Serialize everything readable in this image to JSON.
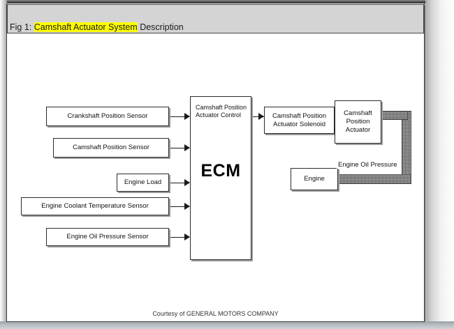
{
  "figure": {
    "prefix": "Fig 1: ",
    "highlighted": "Camshaft Actuator System",
    "suffix": " Description"
  },
  "credit": "Courtesy of GENERAL MOTORS COMPANY",
  "colors": {
    "highlight": "#ffff00",
    "header_bar": "#d4d4d4",
    "page": "#ffffff",
    "stroke": "#2b2b2b",
    "pipe_fill": "#c2c2c2"
  },
  "diagram": {
    "inputs": [
      {
        "label": "Crankshaft Position Sensor"
      },
      {
        "label": "Camshaft Position Sensor"
      },
      {
        "label": "Engine Load"
      },
      {
        "label": "Engine Coolant Temperature Sensor"
      },
      {
        "label": "Engine Oil Pressure Sensor"
      }
    ],
    "controller": {
      "name": "ECM",
      "output_signal": "Camshaft Position Actuator Control"
    },
    "outputs": [
      {
        "label": "Camshaft Position Actuator Solenoid"
      },
      {
        "label": "Camshaft Position Actuator"
      }
    ],
    "source": {
      "label": "Engine"
    },
    "pipe": {
      "label": "Engine Oil Pressure"
    }
  }
}
